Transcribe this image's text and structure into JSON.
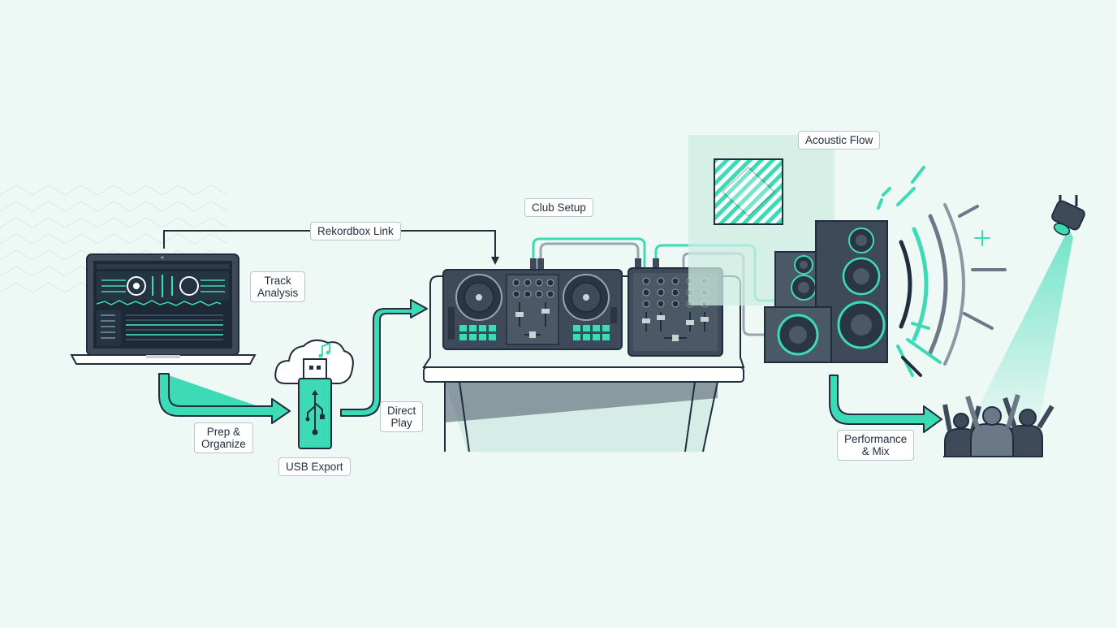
{
  "labels": {
    "rekordbox_link": "Rekordbox Link",
    "track_analysis": [
      "Track",
      "Analysis"
    ],
    "prep_organize": [
      "Prep &",
      "Organize"
    ],
    "usb_export": "USB Export",
    "direct_play": [
      "Direct",
      "Play"
    ],
    "club_setup": "Club Setup",
    "acoustic_flow": "Acoustic Flow",
    "performance_mix": [
      "Performance",
      "& Mix"
    ]
  },
  "colors": {
    "background": "#eef8f5",
    "accent": "#3ddbb5",
    "dark": "#1f2d3d",
    "device": "#3e4a5a",
    "panel": "#4b5866"
  },
  "icons": [
    "laptop-icon",
    "usb-drive-icon",
    "cloud-icon",
    "music-note-icon",
    "dj-controller-icon",
    "mixer-icon",
    "acoustic-panel-icon",
    "speaker-stack-icon",
    "sound-waves-icon",
    "spotlight-icon",
    "crowd-icon"
  ]
}
